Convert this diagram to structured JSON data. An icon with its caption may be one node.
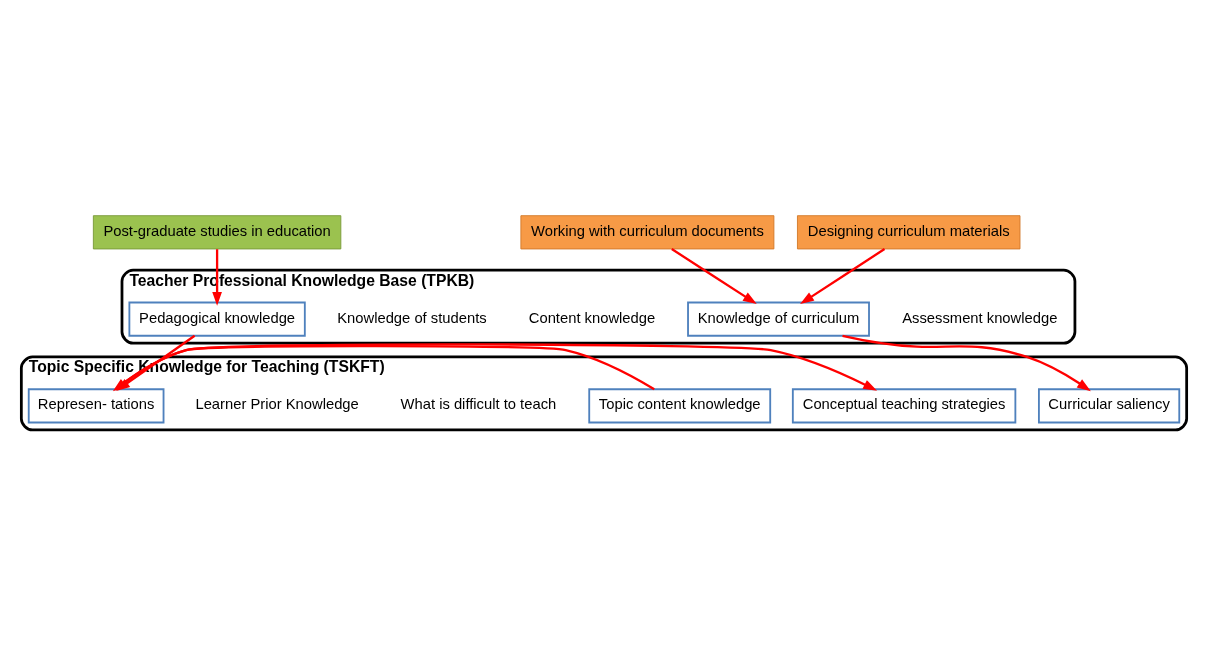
{
  "diagram": {
    "nodes": [
      {
        "text": [
          "Post-graduate studies in education"
        ]
      },
      {
        "text": [
          "Working with curriculum documents"
        ]
      },
      {
        "text": [
          "Designing curriculum materials"
        ]
      },
      {
        "text": [
          "Teacher Professional Knowledge Base (TPKB)"
        ]
      },
      {
        "text": [
          "Assessment knowledge"
        ],
        "in": 3
      },
      {
        "text": [
          "Pedagogical knowledge"
        ],
        "in": 3
      },
      {
        "text": [
          "Content knowledge"
        ],
        "in": 3
      },
      {
        "text": [
          "Knowledge of students"
        ],
        "in": 3
      },
      {
        "text": [
          "Knowledge of curriculum"
        ],
        "in": 3
      },
      {
        "text": [
          "Topic Specific Knowledge for Teaching (TSKFT)"
        ]
      },
      {
        "text": [
          "Topic content knowledge"
        ],
        "in": 9
      },
      {
        "text": [
          "What is difficult to teach"
        ],
        "in": 9
      },
      {
        "text": [
          "Represen- tations"
        ],
        "in": 9
      },
      {
        "text": [
          "Conceptual teaching strategies"
        ],
        "in": 9
      },
      {
        "text": [
          "Learner Prior Knowledge"
        ],
        "in": 9
      },
      {
        "text": [
          "Curricular saliency"
        ],
        "in": 9
      }
    ],
    "edges": [
      {
        "from": 0,
        "to": 5,
        "arrow": "to"
      },
      {
        "from": 1,
        "to": 8,
        "arrow": "to"
      },
      {
        "from": 2,
        "to": 8,
        "arrow": "to"
      },
      {
        "from": 5,
        "to": 12,
        "arrow": "to"
      },
      {
        "from": 8,
        "to": 15,
        "arrow": "to"
      },
      {
        "from": 12,
        "to": 13,
        "arrow": "to"
      },
      {
        "from": 10,
        "to": 12,
        "arrow": "to"
      }
    ]
  }
}
